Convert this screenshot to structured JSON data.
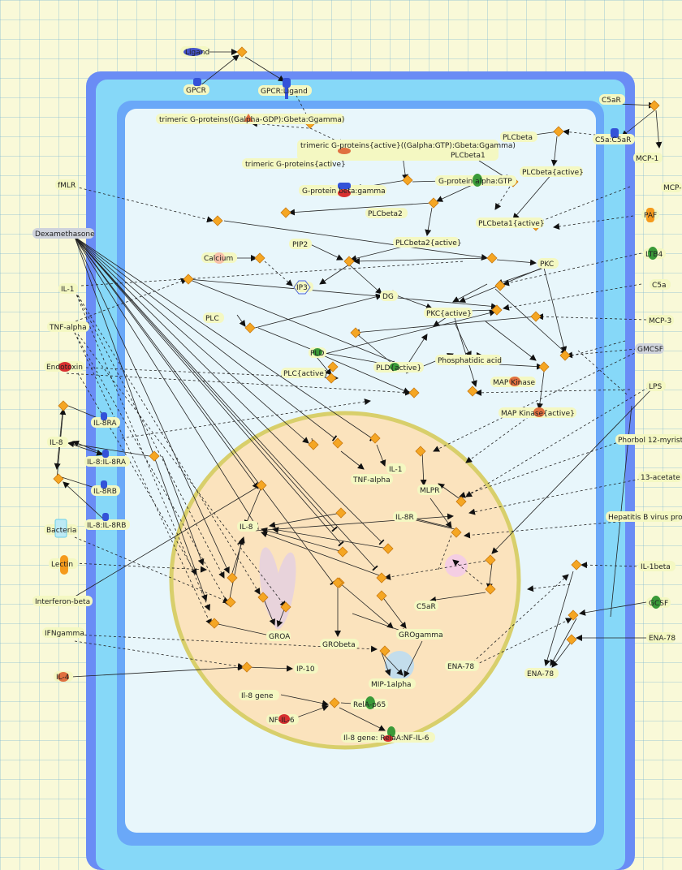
{
  "colors": {
    "outer_cell": "#6a8cf5",
    "outer_inner": "#86d8f8",
    "cytoplasm_border": "#6aa8f8",
    "cytoplasm": "#e8f6fb",
    "nucleus": "#fbe3bd",
    "nucleus_border": "#d8cf6b",
    "label_bg": "#f4f8c2",
    "node": "#f5a623",
    "node_border": "#c97a10"
  },
  "labels": {
    "ligand": "Ligand",
    "gpcr": "GPCR",
    "gpcr_ligand": "GPCR:Ligand",
    "c5ar": "C5aR",
    "c5a_c5ar": "C5a:C5aR",
    "trimeric_gdp": "trimeric G-proteins((Galpha-GDP):Gbeta:Ggamma)",
    "trimeric_active_gtp": "trimeric G-proteins{active}((Galpha:GTP):Gbeta:Ggamma)",
    "trimeric_active": "trimeric G-proteins{active}",
    "plcbeta": "PLCbeta",
    "plcbeta1": "PLCbeta1",
    "plcbeta_active": "PLCbeta{active}",
    "galpha_gtp": "G-protein alpha:GTP",
    "gbeta_gamma": "G-protein beta:gamma",
    "mcp1": "MCP-1",
    "mcp_right": "MCP-",
    "fmlr": "fMLR",
    "plcbeta2": "PLCbeta2",
    "plcbeta1_active": "PLCbeta1{active}",
    "paf": "PAF",
    "dexamethasone": "Dexamethasone",
    "plcbeta2_active": "PLCbeta2{active}",
    "ltb4": "LTB4",
    "pip2": "PIP2",
    "calcium": "Calcium",
    "pkc": "PKC",
    "c5a": "C5a",
    "il1": "IL-1",
    "ip3": "IP3",
    "dg": "DG",
    "pkc_active": "PKC{active}",
    "mcp3": "MCP-3",
    "plc": "PLC",
    "tnf_alpha": "TNF-alpha",
    "gmcsf": "GMCSF",
    "pld": "PLD",
    "phosphatidic_acid": "Phosphatidic acid",
    "endotoxin": "Endotoxin",
    "pld_active": "PLD{active}",
    "plc_active": "PLC{active}",
    "map_kinase": "MAP Kinase",
    "lps": "LPS",
    "map_kinase_active": "MAP Kinase{active}",
    "il8ra": "IL-8RA",
    "phorbol": "Phorbol 12-myrist",
    "il8": "IL-8",
    "il8_il8ra": "IL-8:IL-8RA",
    "il1_gene": "IL-1",
    "tnf_alpha_gene": "TNF-alpha",
    "mlpr": "MLPR",
    "acetate": "13-acetate",
    "il8rb": "IL-8RB",
    "il8r_gene": "IL-8R",
    "il8_il8rb": "IL-8:IL-8RB",
    "hepatitis": "Hepatitis B virus pro",
    "bacteria": "Bacteria",
    "il8_gene": "IL-8",
    "lectin": "Lectin",
    "il1beta": "IL-1beta",
    "interferon_beta": "Interferon-beta",
    "c5ar_gene": "C5aR",
    "gcsf": "GCSF",
    "ifngamma": "IFNgamma",
    "groa": "GROA",
    "grogamma": "GROgamma",
    "ena78_right": "ENA-78",
    "grobeta": "GRObeta",
    "ena78_gene": "ENA-78",
    "ena78_prot": "ENA-78",
    "ip10": "IP-10",
    "il4": "IL-4",
    "mip1alpha": "MIP-1alpha",
    "il8_gene_text": "Il-8 gene",
    "rela_p65": "RelA-p65",
    "nf_il6": "NF-IL-6",
    "il8_gene_complex": "Il-8 gene: RelaA:NF-IL-6"
  }
}
